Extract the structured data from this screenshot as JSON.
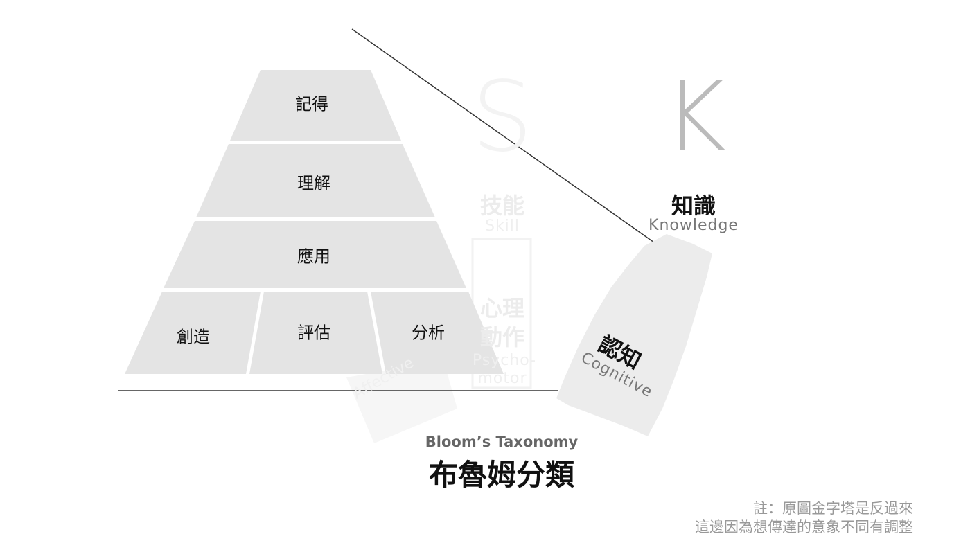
{
  "pyramid": {
    "levels": [
      "記得",
      "理解",
      "應用"
    ],
    "base_levels": [
      "創造",
      "評估",
      "分析"
    ]
  },
  "knowledge": {
    "letter": "K",
    "label_cn": "知識",
    "label_en": "Knowledge"
  },
  "skill": {
    "letter": "S",
    "label_cn": "技能",
    "label_en": "Skill"
  },
  "psychomotor": {
    "label_cn_line1": "心理",
    "label_cn_line2": "動作",
    "label_en_line1": "Psycho-",
    "label_en_line2": "motor"
  },
  "affective": {
    "label_en": "Affective"
  },
  "cognitive": {
    "label_cn": "認知",
    "label_en": "Cognitive"
  },
  "title": {
    "en": "Bloom’s Taxonomy",
    "cn": "布魯姆分類"
  },
  "note": {
    "line1": "註：原圖金字塔是反過來",
    "line2": "這邊因為想傳達的意象不同有調整"
  },
  "colors": {
    "pyramid_fill": "#e4e4e4",
    "ghost_shape": "#f4f4f4",
    "cognitive_shape": "#ececec",
    "line": "#333333"
  }
}
